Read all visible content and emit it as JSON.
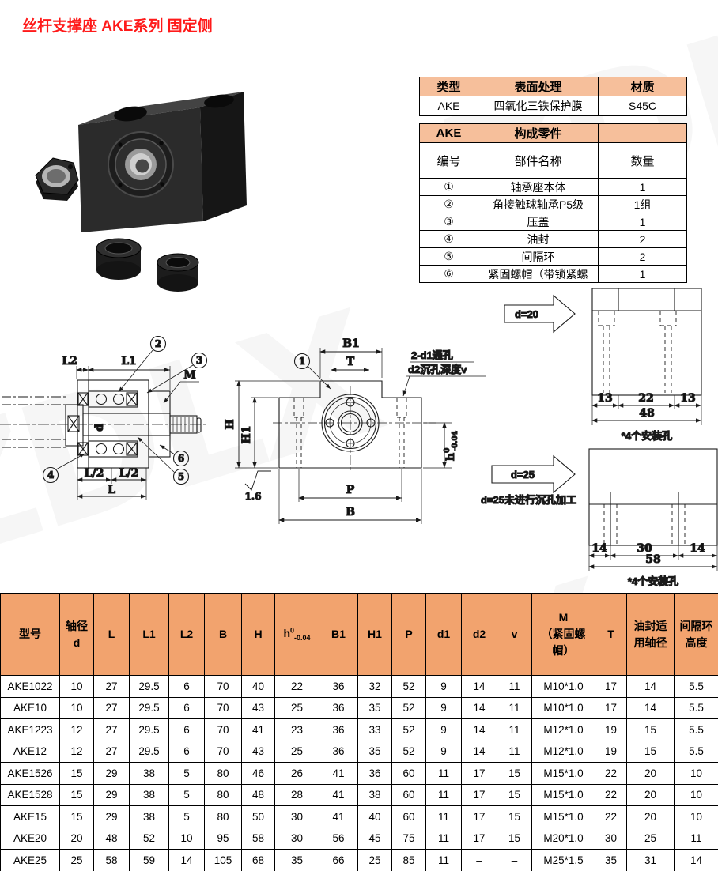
{
  "page": {
    "title": "丝杆支撑座 AKE系列 固定侧",
    "watermark": "ZDLX"
  },
  "colors": {
    "red": "#ff1a1a",
    "orange": "#f2a36e",
    "peach": "#f6bf9b"
  },
  "info_table": {
    "headers": [
      "类型",
      "表面处理",
      "材质"
    ],
    "row": [
      "AKE",
      "四氧化三铁保护膜",
      "S45C"
    ]
  },
  "parts_table": {
    "title_cells": [
      "AKE",
      "构成零件",
      ""
    ],
    "headers": [
      "编号",
      "部件名称",
      "数量"
    ],
    "rows": [
      [
        "①",
        "轴承座本体",
        "1"
      ],
      [
        "②",
        "角接触球轴承P5级",
        "1组"
      ],
      [
        "③",
        "压盖",
        "1"
      ],
      [
        "④",
        "油封",
        "2"
      ],
      [
        "⑤",
        "间隔环",
        "2"
      ],
      [
        "⑥",
        "紧固螺帽（带锁紧螺",
        "1"
      ]
    ]
  },
  "drawings": {
    "section": {
      "dim_l2": "L2",
      "dim_l1": "L1",
      "label_m": "M",
      "label_d": "d",
      "callout_1": "2",
      "callout_2": "3",
      "callout_3": "4",
      "callout_4": "6",
      "callout_5": "5",
      "dim_half_a": "L/2",
      "dim_half_b": "L/2",
      "dim_l": "L"
    },
    "front": {
      "callout": "1",
      "dim_b1": "B1",
      "dim_t": "T",
      "note1": "2-d1通孔",
      "note2": "d2沉孔深度v",
      "dim_h": "H",
      "dim_h1": "H1",
      "h_base": "h",
      "h_sup": "0",
      "h_sub": "-0.04",
      "finish": "1.6",
      "dim_p": "P",
      "dim_b": "B"
    },
    "d20": {
      "arrow_label": "d=20",
      "dims": [
        "13",
        "22",
        "13"
      ],
      "total": "48",
      "caption": "*4个安装孔"
    },
    "d25": {
      "arrow_label": "d=25",
      "note": "d=25未进行沉孔加工",
      "dims": [
        "14",
        "30",
        "14"
      ],
      "total": "58",
      "caption": "*4个安装孔"
    }
  },
  "spec_table": {
    "columns": [
      {
        "label": "型号"
      },
      {
        "lines": [
          "轴径",
          "d"
        ]
      },
      {
        "label": "L"
      },
      {
        "label": "L1"
      },
      {
        "label": "L2"
      },
      {
        "label": "B"
      },
      {
        "label": "H"
      },
      {
        "base": "h",
        "sup": "0",
        "sub": "-0.04"
      },
      {
        "label": "B1"
      },
      {
        "label": "H1"
      },
      {
        "label": "P"
      },
      {
        "label": "d1"
      },
      {
        "label": "d2"
      },
      {
        "label": "v"
      },
      {
        "lines": [
          "M",
          "（紧固螺",
          "帽）"
        ]
      },
      {
        "label": "T"
      },
      {
        "lines": [
          "油封适",
          "用轴径"
        ]
      },
      {
        "lines": [
          "间隔环",
          "高度"
        ]
      }
    ],
    "rows": [
      [
        "AKE1022",
        "10",
        "27",
        "29.5",
        "6",
        "70",
        "40",
        "22",
        "36",
        "32",
        "52",
        "9",
        "14",
        "11",
        "M10*1.0",
        "17",
        "14",
        "5.5"
      ],
      [
        "AKE10",
        "10",
        "27",
        "29.5",
        "6",
        "70",
        "43",
        "25",
        "36",
        "35",
        "52",
        "9",
        "14",
        "11",
        "M10*1.0",
        "17",
        "14",
        "5.5"
      ],
      [
        "AKE1223",
        "12",
        "27",
        "29.5",
        "6",
        "70",
        "41",
        "23",
        "36",
        "33",
        "52",
        "9",
        "14",
        "11",
        "M12*1.0",
        "19",
        "15",
        "5.5"
      ],
      [
        "AKE12",
        "12",
        "27",
        "29.5",
        "6",
        "70",
        "43",
        "25",
        "36",
        "35",
        "52",
        "9",
        "14",
        "11",
        "M12*1.0",
        "19",
        "15",
        "5.5"
      ],
      [
        "AKE1526",
        "15",
        "29",
        "38",
        "5",
        "80",
        "46",
        "26",
        "41",
        "36",
        "60",
        "11",
        "17",
        "15",
        "M15*1.0",
        "22",
        "20",
        "10"
      ],
      [
        "AKE1528",
        "15",
        "29",
        "38",
        "5",
        "80",
        "48",
        "28",
        "41",
        "38",
        "60",
        "11",
        "17",
        "15",
        "M15*1.0",
        "22",
        "20",
        "10"
      ],
      [
        "AKE15",
        "15",
        "29",
        "38",
        "5",
        "80",
        "50",
        "30",
        "41",
        "40",
        "60",
        "11",
        "17",
        "15",
        "M15*1.0",
        "22",
        "20",
        "10"
      ],
      [
        "AKE20",
        "20",
        "48",
        "52",
        "10",
        "95",
        "58",
        "30",
        "56",
        "45",
        "75",
        "11",
        "17",
        "15",
        "M20*1.0",
        "30",
        "25",
        "11"
      ],
      [
        "AKE25",
        "25",
        "58",
        "59",
        "14",
        "105",
        "68",
        "35",
        "66",
        "25",
        "85",
        "11",
        "–",
        "–",
        "M25*1.5",
        "35",
        "31",
        "14"
      ]
    ]
  }
}
